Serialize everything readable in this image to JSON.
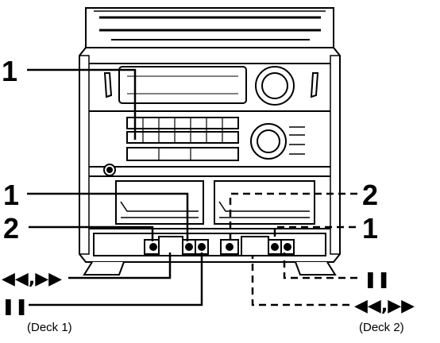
{
  "callouts": {
    "top_left": "1",
    "mid_left_1": "1",
    "mid_left_2": "2",
    "right_2": "2",
    "right_1": "1"
  },
  "symbols": {
    "rew_ff": "◀◀,▶▶",
    "pause": "❚❚"
  },
  "captions": {
    "deck1": "(Deck 1)",
    "deck2": "(Deck 2)"
  }
}
